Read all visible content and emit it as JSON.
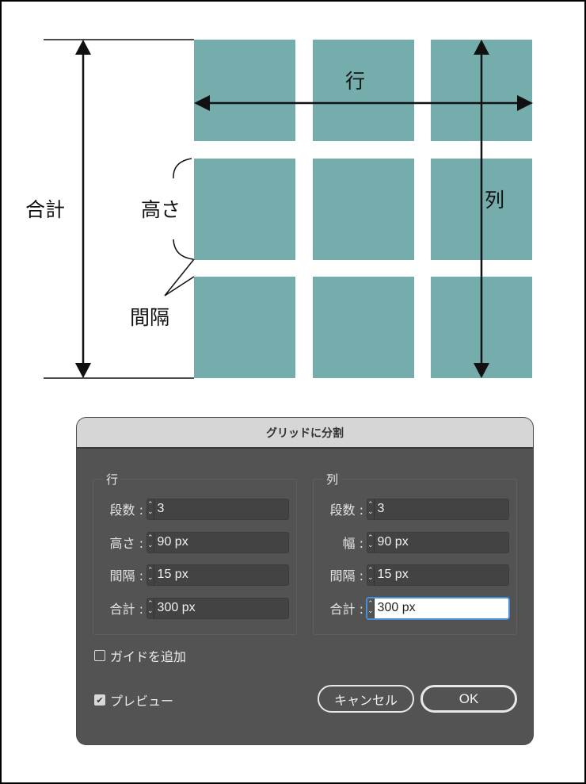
{
  "diagram": {
    "labels": {
      "row": "行",
      "column": "列",
      "total": "合計",
      "height": "高さ",
      "gutter": "間隔"
    },
    "tile_color": "#75adad",
    "grid": {
      "rows": 3,
      "columns": 3
    }
  },
  "dialog": {
    "title": "グリッドに分割",
    "rows_group": {
      "legend": "行",
      "fields": [
        {
          "label": "段数 :",
          "value": "3"
        },
        {
          "label": "高さ :",
          "value": "90 px"
        },
        {
          "label": "間隔 :",
          "value": "15 px"
        },
        {
          "label": "合計 :",
          "value": "300 px"
        }
      ]
    },
    "columns_group": {
      "legend": "列",
      "fields": [
        {
          "label": "段数 :",
          "value": "3"
        },
        {
          "label": "幅 :",
          "value": "90 px"
        },
        {
          "label": "間隔 :",
          "value": "15 px"
        },
        {
          "label": "合計 :",
          "value": "300 px"
        }
      ]
    },
    "add_guides": {
      "label": "ガイドを追加",
      "checked": false
    },
    "preview": {
      "label": "プレビュー",
      "checked": true
    },
    "cancel_label": "キャンセル",
    "ok_label": "OK",
    "stepper_icon": {
      "up": "⌃",
      "down": "⌄"
    },
    "checkmark_icon": "✔"
  }
}
